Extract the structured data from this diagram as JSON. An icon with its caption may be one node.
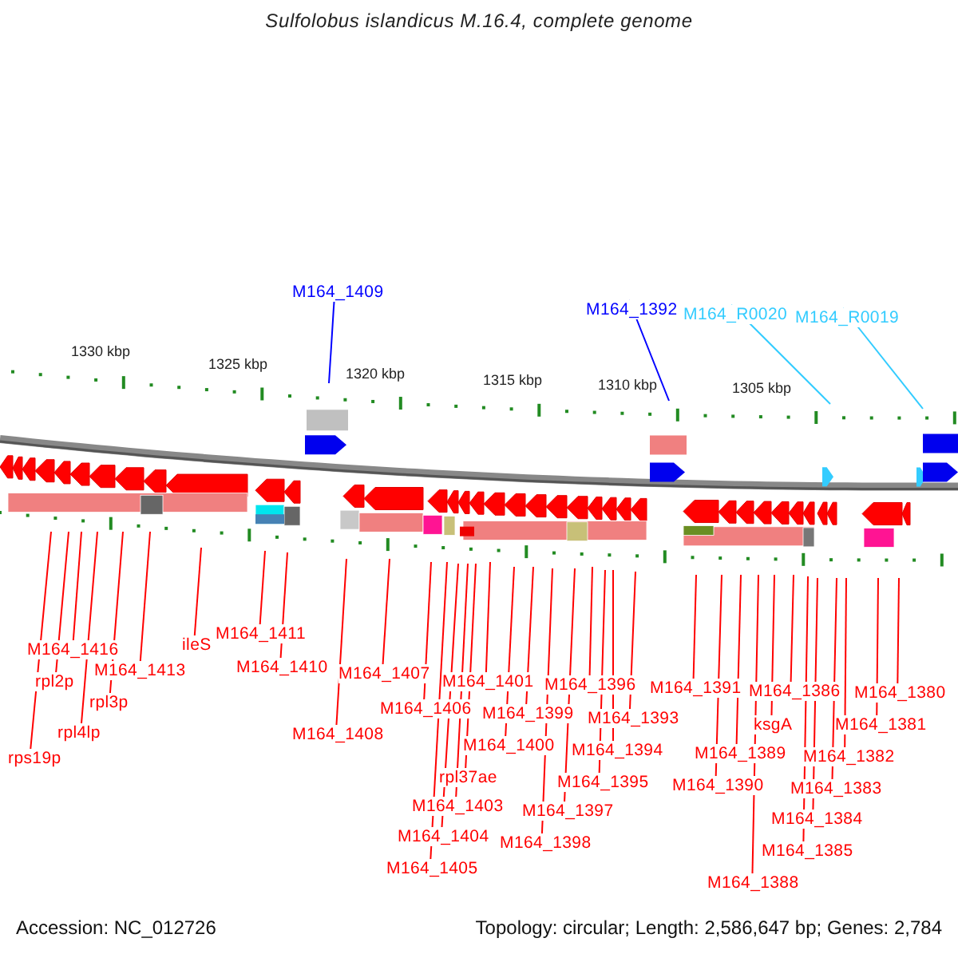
{
  "diagram": {
    "title": "Sulfolobus islandicus M.16.4, complete genome",
    "nodes": [
      {
        "text": [
          "M164_1409"
        ]
      },
      {
        "text": [
          "M164_1392"
        ]
      },
      {
        "text": [
          "M164_R0020"
        ]
      },
      {
        "text": [
          "M164_R0019"
        ]
      },
      {
        "text": [
          "rps19p"
        ]
      },
      {
        "text": [
          "rpl2p"
        ]
      },
      {
        "text": [
          "M164_1416"
        ]
      },
      {
        "text": [
          "rpl4lp"
        ]
      },
      {
        "text": [
          "rpl3p"
        ]
      },
      {
        "text": [
          "M164_1413"
        ]
      },
      {
        "text": [
          "ileS"
        ]
      },
      {
        "text": [
          "M164_1411"
        ]
      },
      {
        "text": [
          "M164_1410"
        ]
      },
      {
        "text": [
          "M164_1408"
        ]
      },
      {
        "text": [
          "M164_1407"
        ]
      },
      {
        "text": [
          "M164_1406"
        ]
      },
      {
        "text": [
          "M164_1401"
        ]
      },
      {
        "text": [
          "M164_1399"
        ]
      },
      {
        "text": [
          "M164_1400"
        ]
      },
      {
        "text": [
          "rpl37ae"
        ]
      },
      {
        "text": [
          "M164_1403"
        ]
      },
      {
        "text": [
          "M164_1404"
        ]
      },
      {
        "text": [
          "M164_1405"
        ]
      },
      {
        "text": [
          "M164_1396"
        ]
      },
      {
        "text": [
          "M164_1393"
        ]
      },
      {
        "text": [
          "M164_1394"
        ]
      },
      {
        "text": [
          "M164_1395"
        ]
      },
      {
        "text": [
          "M164_1397"
        ]
      },
      {
        "text": [
          "M164_1398"
        ]
      },
      {
        "text": [
          "M164_1391"
        ]
      },
      {
        "text": [
          "M164_1389"
        ]
      },
      {
        "text": [
          "M164_1390"
        ]
      },
      {
        "text": [
          "M164_1388"
        ]
      },
      {
        "text": [
          "ksgA"
        ]
      },
      {
        "text": [
          "M164_1386"
        ]
      },
      {
        "text": [
          "M164_1382"
        ]
      },
      {
        "text": [
          "M164_1383"
        ]
      },
      {
        "text": [
          "M164_1384"
        ]
      },
      {
        "text": [
          "M164_1385"
        ]
      },
      {
        "text": [
          "M164_1381"
        ]
      },
      {
        "text": [
          "M164_1380"
        ]
      }
    ],
    "edges": [
      {
        "from": 0,
        "to": null,
        "arrow": "none",
        "color": "#0000ff"
      },
      {
        "from": 1,
        "to": null,
        "arrow": "none",
        "color": "#0000ff"
      },
      {
        "from": 2,
        "to": null,
        "arrow": "none",
        "color": "#33ccff"
      },
      {
        "from": 3,
        "to": null,
        "arrow": "none",
        "color": "#33ccff"
      },
      {
        "from": 4,
        "to": null,
        "arrow": "none"
      },
      {
        "from": 5,
        "to": null,
        "arrow": "none"
      },
      {
        "from": 6,
        "to": null,
        "arrow": "none"
      },
      {
        "from": 7,
        "to": null,
        "arrow": "none"
      },
      {
        "from": 8,
        "to": null,
        "arrow": "none"
      },
      {
        "from": 9,
        "to": null,
        "arrow": "none"
      },
      {
        "from": 10,
        "to": null,
        "arrow": "none"
      },
      {
        "from": 11,
        "to": null,
        "arrow": "none"
      },
      {
        "from": 12,
        "to": null,
        "arrow": "none"
      },
      {
        "from": 13,
        "to": null,
        "arrow": "none"
      },
      {
        "from": 14,
        "to": null,
        "arrow": "none"
      },
      {
        "from": 15,
        "to": null,
        "arrow": "none"
      },
      {
        "from": 16,
        "to": null,
        "arrow": "none"
      },
      {
        "from": 17,
        "to": null,
        "arrow": "none"
      },
      {
        "from": 18,
        "to": null,
        "arrow": "none"
      },
      {
        "from": 19,
        "to": null,
        "arrow": "none"
      },
      {
        "from": 20,
        "to": null,
        "arrow": "none"
      },
      {
        "from": 21,
        "to": null,
        "arrow": "none"
      },
      {
        "from": 22,
        "to": null,
        "arrow": "none"
      },
      {
        "from": 23,
        "to": null,
        "arrow": "none"
      },
      {
        "from": 24,
        "to": null,
        "arrow": "none"
      },
      {
        "from": 25,
        "to": null,
        "arrow": "none"
      },
      {
        "from": 26,
        "to": null,
        "arrow": "none"
      },
      {
        "from": 27,
        "to": null,
        "arrow": "none"
      },
      {
        "from": 28,
        "to": null,
        "arrow": "none"
      },
      {
        "from": 29,
        "to": null,
        "arrow": "none"
      },
      {
        "from": 30,
        "to": null,
        "arrow": "none"
      },
      {
        "from": 31,
        "to": null,
        "arrow": "none"
      },
      {
        "from": 32,
        "to": null,
        "arrow": "none"
      },
      {
        "from": 33,
        "to": null,
        "arrow": "none"
      },
      {
        "from": 34,
        "to": null,
        "arrow": "none"
      },
      {
        "from": 35,
        "to": null,
        "arrow": "none"
      },
      {
        "from": 36,
        "to": null,
        "arrow": "none"
      },
      {
        "from": 37,
        "to": null,
        "arrow": "none"
      },
      {
        "from": 38,
        "to": null,
        "arrow": "none"
      },
      {
        "from": 39,
        "to": null,
        "arrow": "none"
      },
      {
        "from": 40,
        "to": null,
        "arrow": "none"
      }
    ],
    "labels": [
      "1330 kbp",
      "1325 kbp",
      "1320 kbp",
      "1315 kbp",
      "1310 kbp",
      "1305 kbp",
      "Accession: NC_012726",
      "Topology: circular; Length: 2,586,647 bp; Genes: 2,784"
    ]
  }
}
